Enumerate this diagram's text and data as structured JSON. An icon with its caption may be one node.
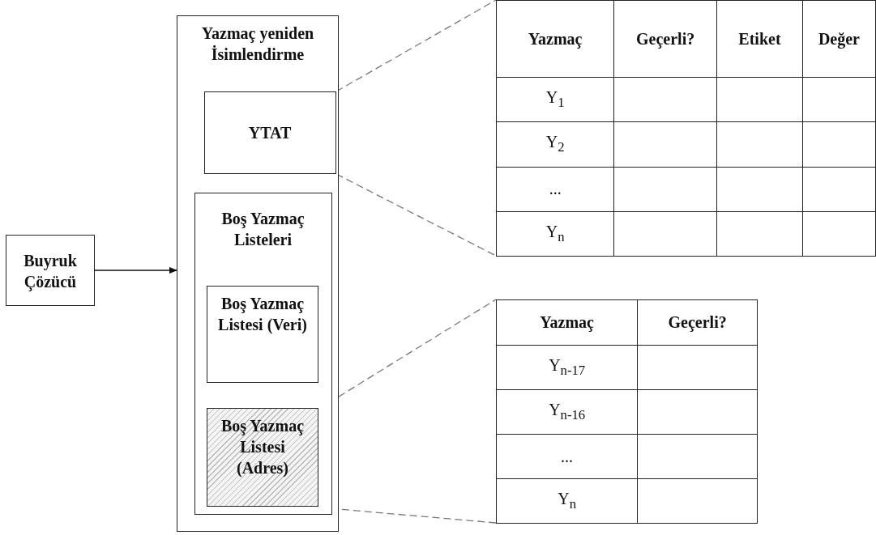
{
  "diagram": {
    "nodes": [
      {
        "text": [
          "Buyruk Çözücü"
        ]
      },
      {
        "text": [
          "Yazmaç yeniden İsimlendirme"
        ]
      },
      {
        "text": [
          "YTAT"
        ],
        "in": 1
      },
      {
        "text": [
          "Boş Yazmaç Listeleri"
        ],
        "in": 1
      },
      {
        "text": [
          "Boş Yazmaç Listesi (Veri)"
        ],
        "in": 3
      },
      {
        "text": [
          "Boş Yazmaç Listesi (Adres)"
        ],
        "in": 3
      },
      {
        "text": [
          "Yazmaç",
          "Geçerli?",
          "Etiket",
          "Değer",
          "Y$_{1}$",
          "Y$_{2}$",
          "...",
          "Y$_{n}$"
        ]
      },
      {
        "text": [
          "Yazmaç",
          "Geçerli?",
          "Y$_{n-17}$",
          "Y$_{n-16}$",
          "...",
          "Y$_{n}$"
        ]
      }
    ],
    "edges": [
      {
        "from": 0,
        "to": 1,
        "arrow": "to",
        "color": "#111111"
      },
      {
        "from": 2,
        "to": 6,
        "arrow": "none",
        "style": "dashed"
      },
      {
        "from": 2,
        "to": 6,
        "arrow": "none",
        "style": "dashed"
      },
      {
        "from": 5,
        "to": 7,
        "arrow": "none",
        "style": "dashed"
      },
      {
        "from": 5,
        "to": 7,
        "arrow": "none",
        "style": "dashed"
      }
    ]
  }
}
